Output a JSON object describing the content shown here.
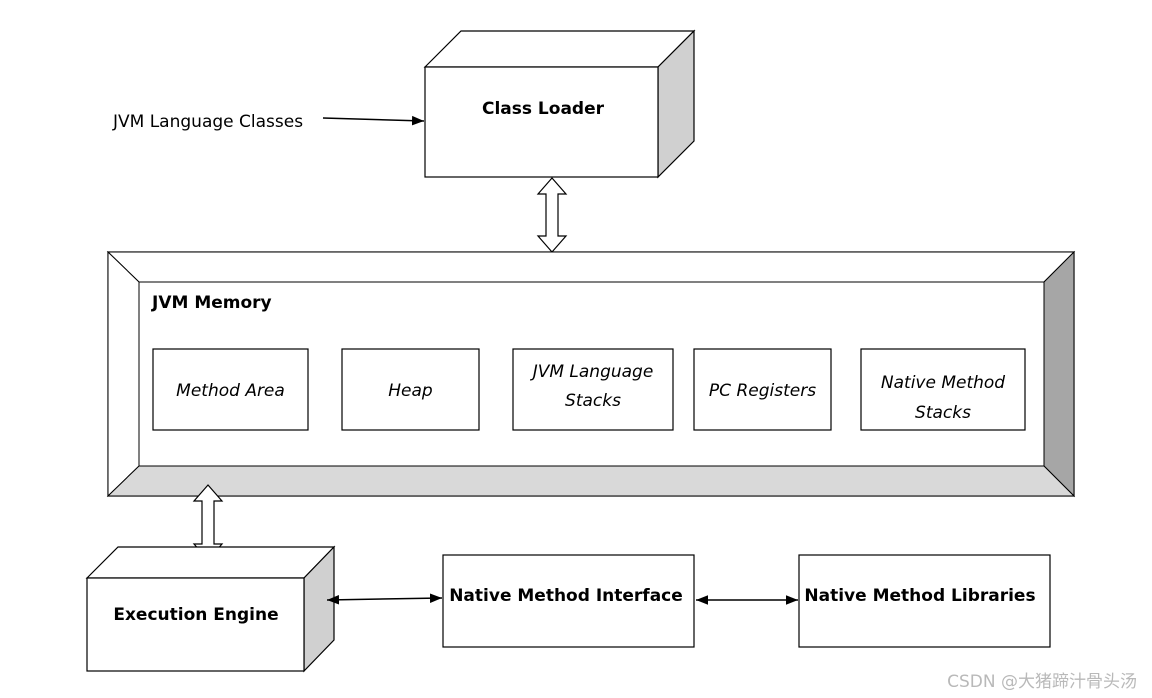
{
  "input_label": "JVM Language Classes",
  "class_loader": {
    "label": "Class Loader"
  },
  "jvm_memory": {
    "title": "JVM Memory",
    "areas": [
      {
        "lines": [
          "Method Area"
        ]
      },
      {
        "lines": [
          "Heap"
        ]
      },
      {
        "lines": [
          "JVM Language",
          "Stacks"
        ]
      },
      {
        "lines": [
          "PC Registers"
        ]
      },
      {
        "lines": [
          "Native Method",
          "Stacks"
        ]
      }
    ]
  },
  "execution_engine": {
    "label": "Execution Engine"
  },
  "native_interface": {
    "label": "Native Method Interface"
  },
  "native_libraries": {
    "label": "Native Method Libraries"
  },
  "watermark": "CSDN @大猪蹄汁骨头汤",
  "colors": {
    "box_fill": "#ffffff",
    "stroke": "#000000",
    "bevel_light": "#ffffff",
    "bevel_mid": "#d9d9d9",
    "bevel_dark": "#a6a6a6",
    "watermark": "#b9b9b9"
  }
}
